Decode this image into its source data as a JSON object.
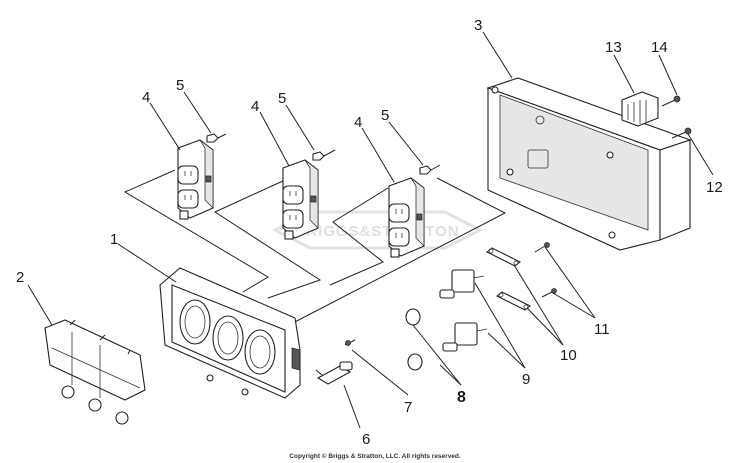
{
  "diagram": {
    "callouts": {
      "c1": "1",
      "c2": "2",
      "c3": "3",
      "c4a": "4",
      "c4b": "4",
      "c4c": "4",
      "c5a": "5",
      "c5b": "5",
      "c5c": "5",
      "c6": "6",
      "c7": "7",
      "c8": "8",
      "c9": "9",
      "c10": "10",
      "c11": "11",
      "c12": "12",
      "c13": "13",
      "c14": "14"
    },
    "watermark": "BRIGGS&STRATTON",
    "copyright": "Copyright © Briggs & Stratton, LLC. All rights reserved."
  }
}
